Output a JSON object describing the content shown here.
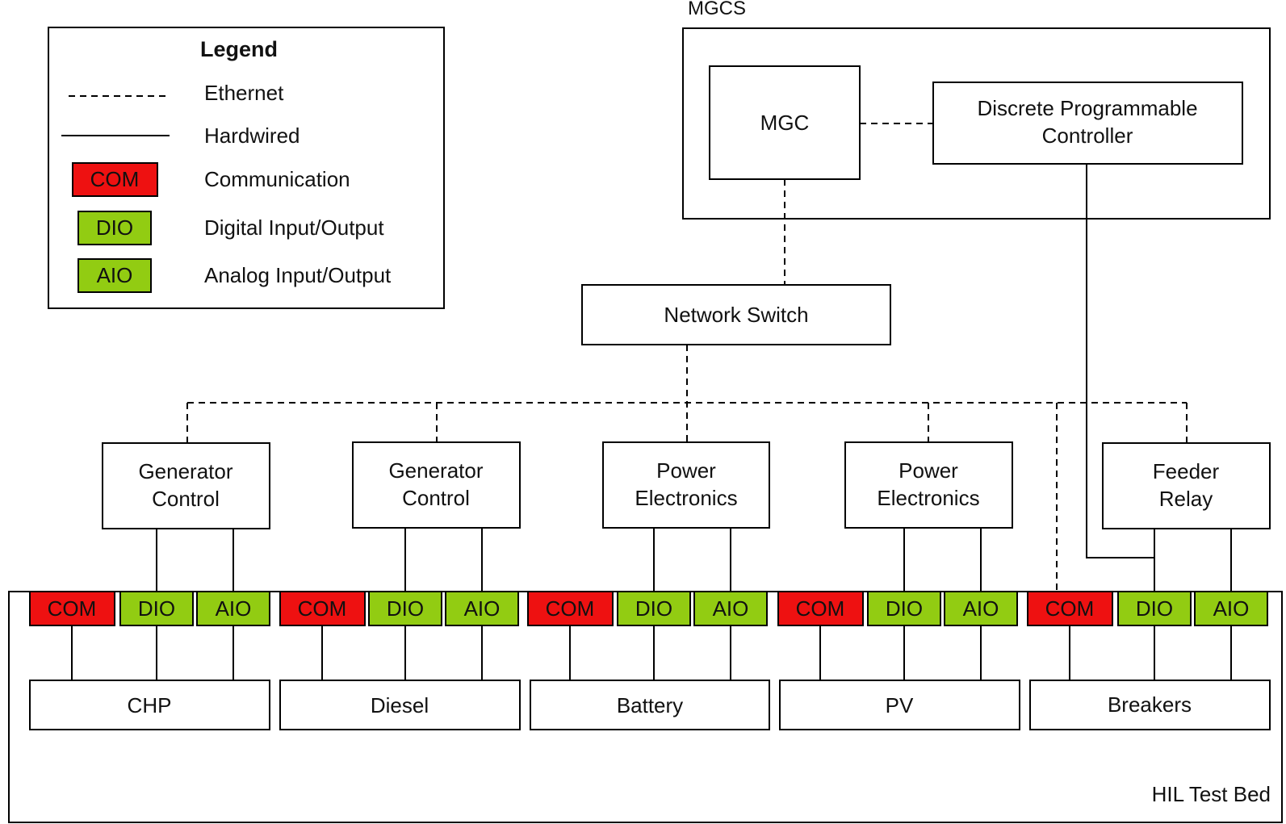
{
  "legend": {
    "title": "Legend",
    "ethernet": "Ethernet",
    "hardwired": "Hardwired",
    "com_chip": "COM",
    "com_text": "Communication",
    "dio_chip": "DIO",
    "dio_text": "Digital Input/Output",
    "aio_chip": "AIO",
    "aio_text": "Analog Input/Output"
  },
  "mgcs": {
    "label": "MGCS",
    "mgc": "MGC",
    "dpc_line1": "Discrete Programmable",
    "dpc_line2": "Controller"
  },
  "network_switch": "Network Switch",
  "controllers": [
    {
      "line1": "Generator",
      "line2": "Control"
    },
    {
      "line1": "Generator",
      "line2": "Control"
    },
    {
      "line1": "Power",
      "line2": "Electronics"
    },
    {
      "line1": "Power",
      "line2": "Electronics"
    },
    {
      "line1": "Feeder",
      "line2": "Relay"
    }
  ],
  "io": {
    "com": "COM",
    "dio": "DIO",
    "aio": "AIO"
  },
  "assets": [
    "CHP",
    "Diesel",
    "Battery",
    "PV",
    "Breakers"
  ],
  "testbed_label": "HIL Test Bed",
  "colors": {
    "com": "#ee1111",
    "dio": "#92cc12",
    "aio": "#92cc12"
  }
}
